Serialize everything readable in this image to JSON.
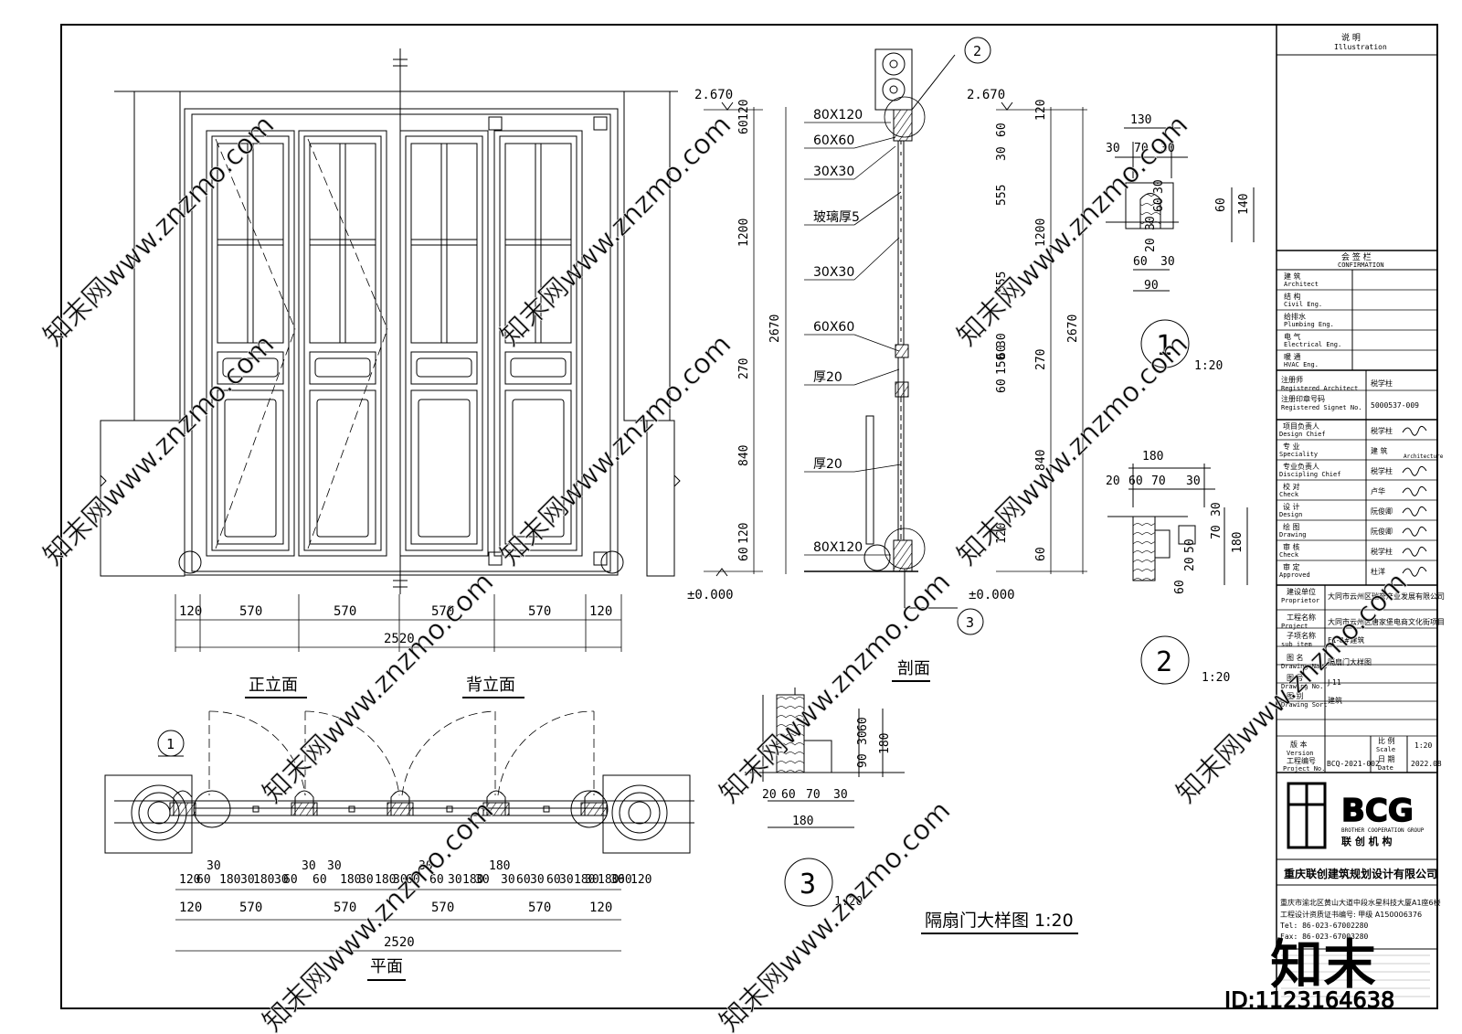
{
  "elevation": {
    "front_title": "正立面",
    "back_title": "背立面",
    "level_top": "2.670",
    "level_zero": "±0.000",
    "widths": [
      "120",
      "570",
      "570",
      "570",
      "570",
      "120"
    ],
    "total_width": "2520",
    "height_dims": [
      "60",
      "120",
      "1200",
      "270",
      "840",
      "120",
      "60"
    ],
    "height_total": "2670"
  },
  "section": {
    "title": "剖面",
    "level_top": "2.670",
    "level_zero": "±0.000",
    "labels": [
      "80X120",
      "60X60",
      "30X30",
      "玻璃厚5",
      "30X30",
      "60X60",
      "厚20",
      "厚20",
      "80X120"
    ],
    "left_dims": [
      "60",
      "120",
      "1200",
      "270",
      "840",
      "120",
      "60"
    ],
    "right_dims": [
      "60",
      "120",
      "30",
      "555",
      "1200",
      "555",
      "30",
      "60",
      "150",
      "60",
      "270",
      "840",
      "120",
      "60"
    ],
    "height_total": "2670",
    "bubble2": "2",
    "bubble3": "3"
  },
  "plan": {
    "title": "平面",
    "bubble1": "1",
    "row1": [
      "120",
      "60",
      "30",
      "180",
      "30",
      "180",
      "30",
      "60",
      "30",
      "60",
      "30",
      "180",
      "30",
      "180",
      "30",
      "60",
      "30",
      "60",
      "30",
      "180",
      "30",
      "180",
      "30",
      "60",
      "30",
      "60",
      "30",
      "180",
      "30",
      "180",
      "30",
      "60",
      "120"
    ],
    "row2": [
      "120",
      "570",
      "570",
      "570",
      "570",
      "120"
    ],
    "total": "2520"
  },
  "detail1": {
    "num": "1",
    "scale": "1:20",
    "dims": [
      "130",
      "30",
      "70",
      "30",
      "60",
      "30",
      "140",
      "20",
      "30",
      "60",
      "30",
      "60",
      "90"
    ]
  },
  "detail2": {
    "num": "2",
    "scale": "1:20",
    "dims": [
      "180",
      "20",
      "60",
      "70",
      "30",
      "30",
      "70",
      "50",
      "20",
      "60",
      "180"
    ]
  },
  "detail3": {
    "num": "3",
    "scale": "1:20",
    "dims": [
      "60",
      "30",
      "90",
      "180",
      "20",
      "60",
      "70",
      "30",
      "180"
    ]
  },
  "sheet_title": "隔扇门大样图 1:20",
  "title_block": {
    "notes_cn": "说 明",
    "notes_en": "Illustration",
    "confirm_cn": "会 签 栏",
    "confirm_en": "CONFIRMATION",
    "sign_rows": [
      {
        "cn": "建 筑",
        "en": "Architect"
      },
      {
        "cn": "结 构",
        "en": "Civil Eng."
      },
      {
        "cn": "给排水",
        "en": "Plumbing Eng."
      },
      {
        "cn": "电 气",
        "en": "Electrical Eng."
      },
      {
        "cn": "暖 通",
        "en": "HVAC Eng."
      }
    ],
    "reg_arch_cn": "注册师",
    "reg_arch_en": "Registered Architect",
    "reg_arch_name": "税学柱",
    "reg_no_cn": "注册印章号码",
    "reg_no_en": "Registered Signet No.",
    "reg_no": "5000537-009",
    "staff": [
      {
        "cn": "项目负责人",
        "en": "Design Chief",
        "name": "税学柱"
      },
      {
        "cn": "专 业",
        "en": "Speciality",
        "name": "建 筑",
        "name_en": "Architecture"
      },
      {
        "cn": "专业负责人",
        "en": "Discipling Chief",
        "name": "税学柱"
      },
      {
        "cn": "校 对",
        "en": "Check",
        "name": "卢华"
      },
      {
        "cn": "设 计",
        "en": "Design",
        "name": "阮俊卿"
      },
      {
        "cn": "绘 图",
        "en": "Drawing",
        "name": "阮俊卿"
      },
      {
        "cn": "审 核",
        "en": "Check",
        "name": "税学柱"
      },
      {
        "cn": "审 定",
        "en": "Approved",
        "name": "杜洋"
      }
    ],
    "info": [
      {
        "cn": "建设单位",
        "en": "Proprietor",
        "value": "大同市云州区瑞誉产业发展有限公司"
      },
      {
        "cn": "工程名称",
        "en": "Project",
        "value": "大同市云州区唐家堡电商文化街项目"
      },
      {
        "cn": "子项名称",
        "en": "sub item",
        "value": "F1-8#建筑"
      },
      {
        "cn": "图 名",
        "en": "Drawing Name",
        "value": "隔扇门大样图"
      },
      {
        "cn": "图 号",
        "en": "Drawing No.",
        "value": "J-11"
      },
      {
        "cn": "图 别",
        "en": "Drawing Sort",
        "value": "建筑"
      }
    ],
    "version_cn": "版 本",
    "version_en": "Version",
    "scale_cn": "比 例",
    "scale_en": "Scale",
    "scale": "1:20",
    "proj_no_cn": "工程编号",
    "proj_no_en": "Project No.",
    "proj_no": "BCQ-2021-002",
    "date_cn": "日 期",
    "date_en": "Date",
    "date": "2022.08",
    "logo_text": "BCG",
    "logo_sub": "BROTHER COOPERATION GROUP",
    "logo_cn": "联 创 机 构",
    "company": "重庆联创建筑规划设计有限公司",
    "address": "重庆市渝北区黄山大道中段水星科技大厦A1座6楼",
    "license": "工程设计资质证书编号: 甲级 A150006376",
    "tel": "Tel: 86-023-67002280",
    "fax": "Fax: 86-023-67003280"
  },
  "watermarks": {
    "site": "知末网www.znzmo.com",
    "brand": "知末",
    "id": "ID:1123164638"
  }
}
